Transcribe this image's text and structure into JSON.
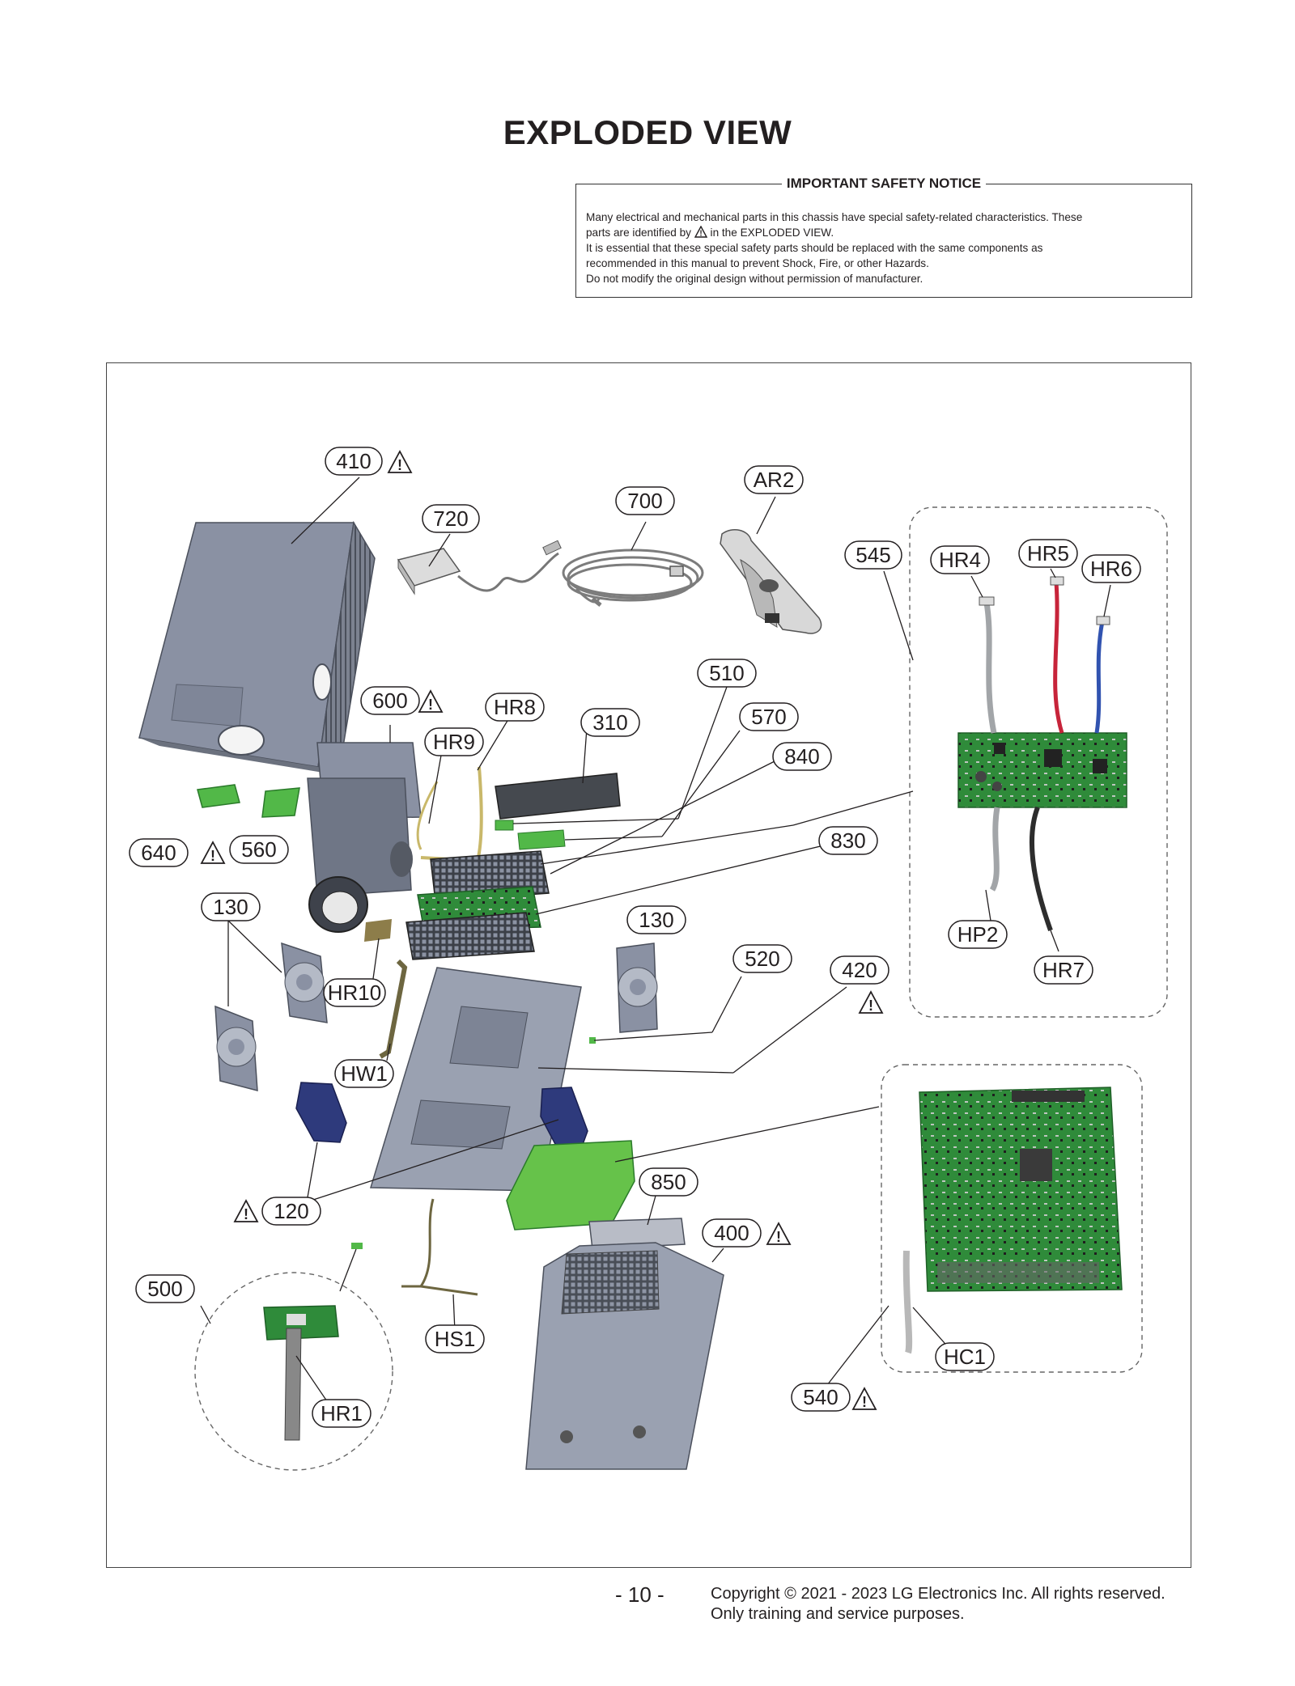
{
  "title": "EXPLODED VIEW",
  "notice": {
    "heading": "IMPORTANT SAFETY NOTICE",
    "line1": "Many electrical and mechanical parts in this chassis have special safety-related characteristics. These",
    "line2a": "parts are identified by",
    "line2b": "in the EXPLODED VIEW.",
    "line3": "It is essential that these special safety parts should be replaced with the same components as",
    "line4": "recommended in this manual to prevent Shock, Fire, or other Hazards.",
    "line5": "Do not modify the original design without permission of manufacturer."
  },
  "callouts": {
    "c410": "410",
    "c720": "720",
    "c700": "700",
    "cAR2": "AR2",
    "c545": "545",
    "cHR4": "HR4",
    "cHR5": "HR5",
    "cHR6": "HR6",
    "c510": "510",
    "c600": "600",
    "cHR8": "HR8",
    "c310": "310",
    "c570": "570",
    "cHR9": "HR9",
    "c840": "840",
    "c640": "640",
    "c560": "560",
    "c830": "830",
    "c130a": "130",
    "c130b": "130",
    "cHP2": "HP2",
    "cHR7": "HR7",
    "cHR10": "HR10",
    "c520": "520",
    "c420": "420",
    "cHW1": "HW1",
    "c120": "120",
    "c850": "850",
    "c400": "400",
    "c500": "500",
    "cHS1": "HS1",
    "cHC1": "HC1",
    "c540": "540",
    "cHR1": "HR1"
  },
  "footer": {
    "page": "- 10 -",
    "copyright": "Copyright © 2021 - 2023 LG Electronics Inc. All rights reserved.",
    "purpose": "Only training and service purposes."
  }
}
